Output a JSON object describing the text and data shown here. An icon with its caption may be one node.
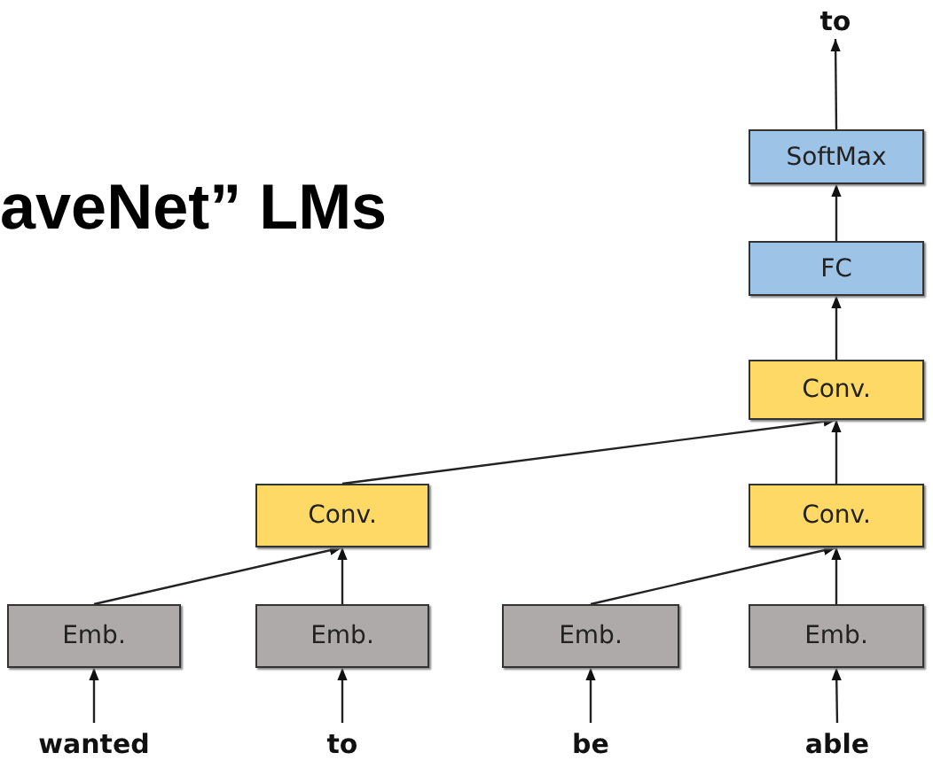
{
  "diagram": {
    "title": "aveNet” LMs",
    "nodes": [
      {
        "text": [
          "to"
        ]
      },
      {
        "text": [
          "SoftMax"
        ]
      },
      {
        "text": [
          "FC"
        ]
      },
      {
        "text": [
          "Conv."
        ]
      },
      {
        "text": [
          "Conv."
        ]
      },
      {
        "text": [
          "Conv."
        ]
      },
      {
        "text": [
          "Emb."
        ]
      },
      {
        "text": [
          "Emb."
        ]
      },
      {
        "text": [
          "Emb."
        ]
      },
      {
        "text": [
          "Emb."
        ]
      },
      {
        "text": [
          "wanted"
        ]
      },
      {
        "text": [
          "to"
        ]
      },
      {
        "text": [
          "be"
        ]
      },
      {
        "text": [
          "able"
        ]
      }
    ],
    "edges": [
      {
        "from": 10,
        "to": 6,
        "arrow": "to"
      },
      {
        "from": 11,
        "to": 7,
        "arrow": "to"
      },
      {
        "from": 12,
        "to": 8,
        "arrow": "to"
      },
      {
        "from": 13,
        "to": 9,
        "arrow": "to"
      },
      {
        "from": 6,
        "to": 4,
        "arrow": "to"
      },
      {
        "from": 7,
        "to": 4,
        "arrow": "to"
      },
      {
        "from": 8,
        "to": 5,
        "arrow": "to"
      },
      {
        "from": 9,
        "to": 5,
        "arrow": "to"
      },
      {
        "from": 4,
        "to": 3,
        "arrow": "to"
      },
      {
        "from": 5,
        "to": 3,
        "arrow": "to"
      },
      {
        "from": 3,
        "to": 2,
        "arrow": "to"
      },
      {
        "from": 2,
        "to": 1,
        "arrow": "to"
      },
      {
        "from": 1,
        "to": 0,
        "arrow": "to"
      }
    ]
  }
}
